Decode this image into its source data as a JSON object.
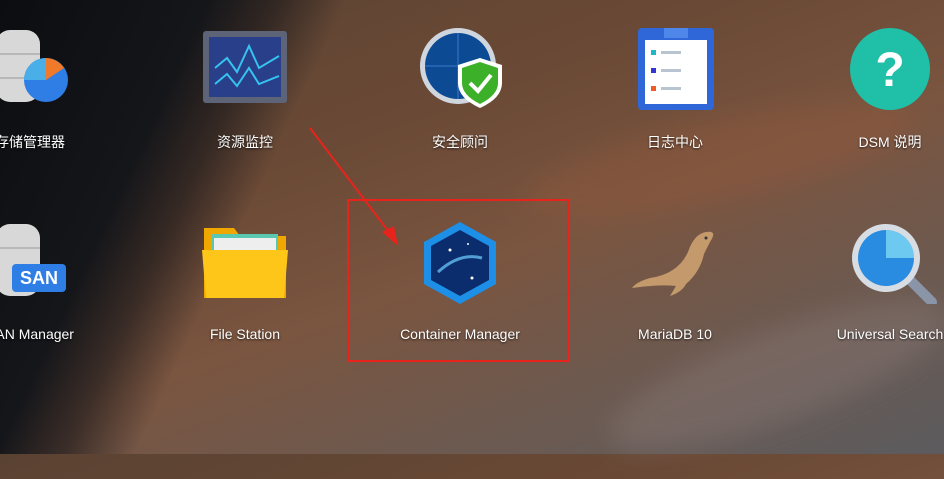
{
  "apps": [
    {
      "label": "存储管理器",
      "icon": "storage-manager-icon"
    },
    {
      "label": "资源监控",
      "icon": "resource-monitor-icon"
    },
    {
      "label": "安全顾问",
      "icon": "security-advisor-icon"
    },
    {
      "label": "日志中心",
      "icon": "log-center-icon"
    },
    {
      "label": "DSM 说明",
      "icon": "help-icon"
    },
    {
      "label": "SAN Manager",
      "icon": "san-manager-icon",
      "badge": "SAN"
    },
    {
      "label": "File Station",
      "icon": "folder-icon"
    },
    {
      "label": "Container Manager",
      "icon": "container-manager-icon"
    },
    {
      "label": "MariaDB 10",
      "icon": "mariadb-seal-icon"
    },
    {
      "label": "Universal Search",
      "icon": "magnifier-icon"
    }
  ],
  "highlight_color": "#e8231c"
}
